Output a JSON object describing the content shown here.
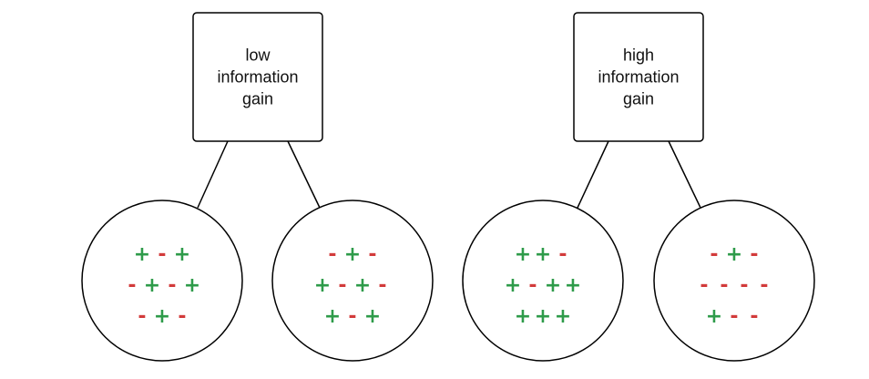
{
  "colors": {
    "plus": "#2e9b4a",
    "minus": "#d23b3b",
    "stroke": "#000000",
    "background": "#ffffff"
  },
  "trees": [
    {
      "label_lines": [
        "low",
        "information",
        "gain"
      ],
      "leaves": [
        {
          "rows": [
            [
              "+",
              "-",
              "+"
            ],
            [
              "-",
              "+",
              "-",
              "+"
            ],
            [
              "-",
              "+",
              "-"
            ]
          ]
        },
        {
          "rows": [
            [
              "-",
              "+",
              "-"
            ],
            [
              "+",
              "-",
              "+",
              "-"
            ],
            [
              "+",
              "-",
              "+"
            ]
          ]
        }
      ]
    },
    {
      "label_lines": [
        "high",
        "information",
        "gain"
      ],
      "leaves": [
        {
          "rows": [
            [
              "+",
              "+",
              "-"
            ],
            [
              "+",
              "-",
              "+",
              "+"
            ],
            [
              "+",
              "+",
              "+"
            ]
          ]
        },
        {
          "rows": [
            [
              "-",
              "+",
              "-"
            ],
            [
              "-",
              "-",
              "-",
              "-"
            ],
            [
              "+",
              "-",
              "-"
            ]
          ]
        }
      ]
    }
  ]
}
